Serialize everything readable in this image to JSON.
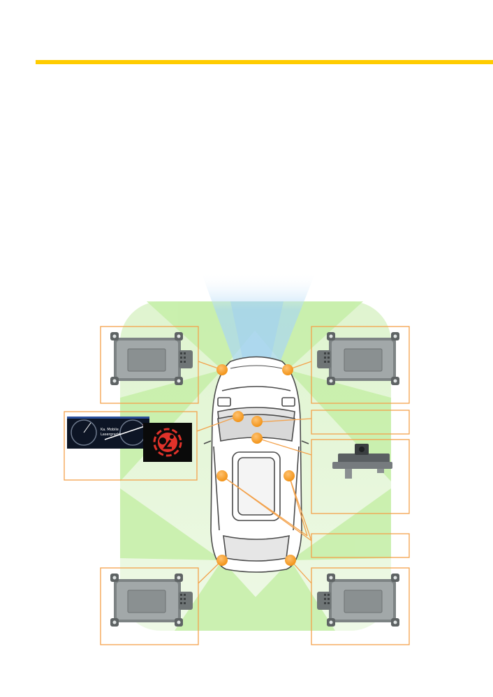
{
  "colors": {
    "accent_rule": "#ffcc00",
    "callout_border": "#f3a24c",
    "sensor_marker": "#f39a1f",
    "radar_coverage": "#ccf0b0",
    "camera_coverage": "#a9d6f5",
    "panel_fill": "#eaf7df",
    "warning_red": "#e0322a",
    "module_body": "#8f9596"
  },
  "diagram": {
    "components": [
      {
        "name": "front-left-radar-module",
        "image": "radar-control-unit"
      },
      {
        "name": "front-right-radar-module",
        "image": "radar-control-unit"
      },
      {
        "name": "rear-left-radar-module",
        "image": "radar-control-unit"
      },
      {
        "name": "rear-right-radar-module",
        "image": "radar-control-unit"
      },
      {
        "name": "instrument-cluster-display",
        "image": "instrument-cluster-with-airbag-warning-icon"
      },
      {
        "name": "windshield-camera",
        "image": "front-camera-module"
      }
    ],
    "cluster_display": {
      "line1": "Ka. Mobile",
      "line2": "Lasergradd"
    },
    "sensor_points": 9
  }
}
